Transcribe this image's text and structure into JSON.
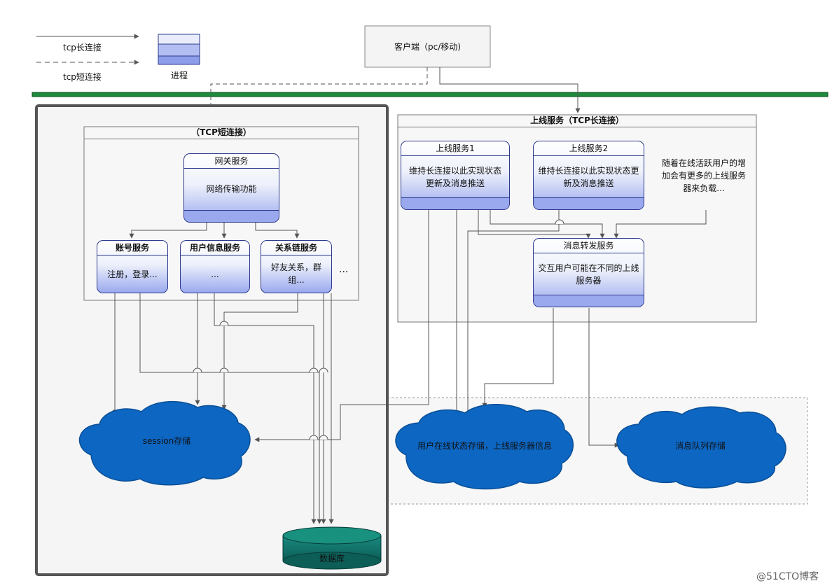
{
  "legend": {
    "long_conn": "tcp长连接",
    "short_conn": "tcp短连接",
    "process": "进程"
  },
  "client": "客户端（pc/移动)",
  "short_frame": {
    "title": "（TCP短连接）",
    "gateway": {
      "title": "网关服务",
      "body": "网络传输功能"
    },
    "account": {
      "title": "账号服务",
      "body": "注册，登录..."
    },
    "userinfo": {
      "title": "用户信息服务",
      "body": "..."
    },
    "relation": {
      "title": "关系链服务",
      "body": "好友关系，群组..."
    },
    "more": "..."
  },
  "online_frame": {
    "title": "上线服务（TCP长连接）",
    "online1": {
      "title": "上线服务1",
      "body": "维持长连接以此实现状态更新及消息推送"
    },
    "online2": {
      "title": "上线服务2",
      "body": "维持长连接以此实现状态更新及消息推送"
    },
    "note": "随着在线活跃用户的增加会有更多的上线服务器来负载...",
    "forward": {
      "title": "消息转发服务",
      "body": "交互用户可能在不同的上线服务器"
    }
  },
  "storage": {
    "session": "session存储",
    "online_state": "用户在线状态存储，上线服务器信息",
    "mq": "消息队列存储",
    "database": "数据库"
  },
  "watermark": "@51CTO博客"
}
